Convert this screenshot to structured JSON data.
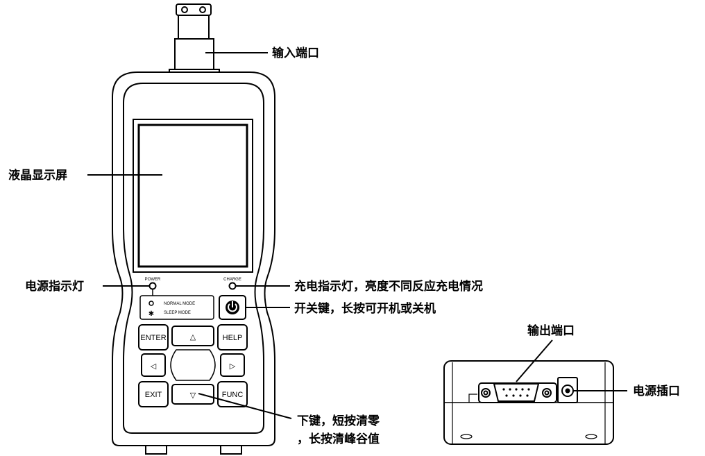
{
  "labels": {
    "input_port": "输入端口",
    "lcd_screen": "液晶显示屏",
    "power_indicator": "电源指示灯",
    "charge_indicator": "充电指示灯，亮度不同反应充电情况",
    "power_key": "开关键，长按可开机或关机",
    "down_key_line1": "下键，短按清零",
    "down_key_line2": "，长按清峰谷值",
    "output_port": "输出端口",
    "power_socket": "电源插口"
  },
  "device": {
    "power_led_label": "POWER",
    "charge_led_label": "CHARGE",
    "normal_mode": "NORMAL  MODE",
    "sleep_mode": "SLEEP   MODE",
    "enter": "ENTER",
    "help": "HELP",
    "exit": "EXIT",
    "func": "FUNC",
    "up": "△",
    "down": "▽",
    "left": "◁",
    "right": "▷"
  },
  "colors": {
    "line": "#000000",
    "background": "#ffffff"
  }
}
